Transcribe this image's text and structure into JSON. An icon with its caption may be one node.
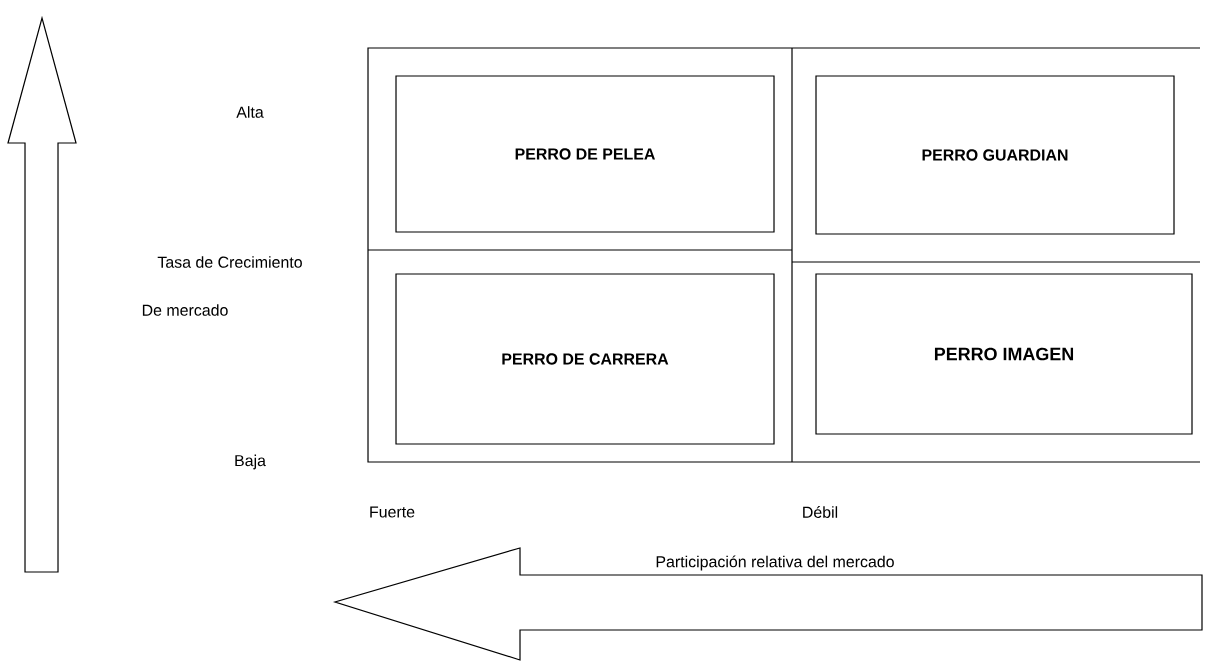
{
  "diagram": {
    "nodes": [
      {
        "text": [
          "PERRO DE PELEA"
        ]
      },
      {
        "text": [
          "PERRO GUARDIAN"
        ]
      },
      {
        "text": [
          "PERRO DE CARRERA"
        ]
      },
      {
        "text": [
          "PERRO IMAGEN"
        ]
      }
    ],
    "labels": [
      "Alta",
      "Tasa de Crecimiento",
      "De mercado",
      "Baja",
      "Fuerte",
      "Débil",
      "Participación relativa del mercado"
    ]
  }
}
